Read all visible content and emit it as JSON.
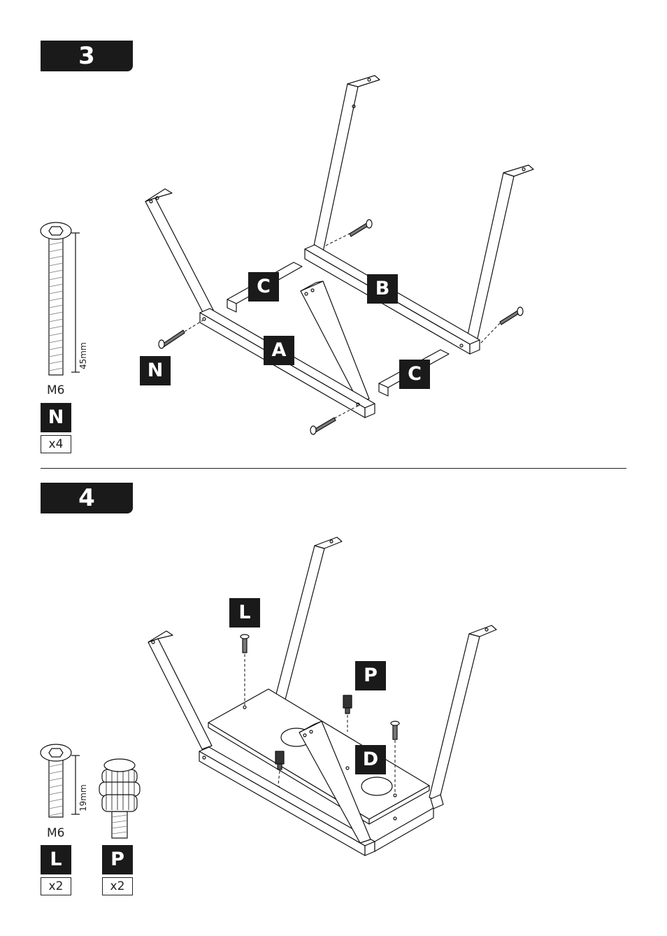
{
  "step3": {
    "number": "3",
    "parts": {
      "A": "A",
      "B": "B",
      "C1": "C",
      "C2": "C",
      "N": "N"
    },
    "hardware": {
      "size": "M6",
      "length": "45mm",
      "code": "N",
      "quantity": "x4"
    }
  },
  "step4": {
    "number": "4",
    "parts": {
      "L": "L",
      "P": "P",
      "D": "D"
    },
    "hardware": [
      {
        "size": "M6",
        "length": "19mm",
        "code": "L",
        "quantity": "x2"
      },
      {
        "code": "P",
        "quantity": "x2"
      }
    ]
  }
}
